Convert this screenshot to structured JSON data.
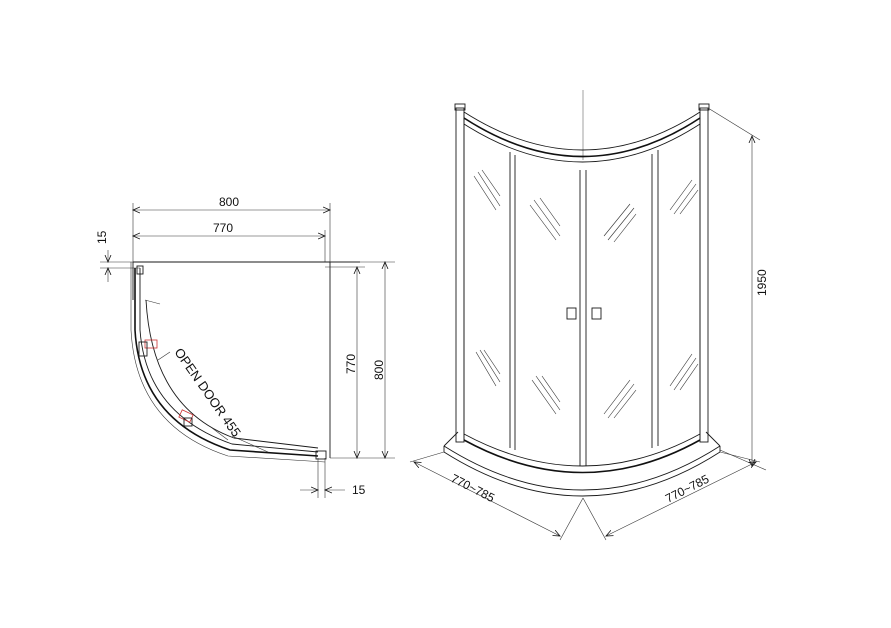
{
  "plan_view": {
    "width_outer": "800",
    "width_inner": "770",
    "depth_inner": "770",
    "depth_outer": "800",
    "offset_top": "15",
    "offset_bottom": "15",
    "door_label": "OPEN DOOR 455"
  },
  "perspective_view": {
    "height": "1950",
    "base_left": "770~785",
    "base_right": "770~785"
  },
  "colors": {
    "line": "#1a1a1a",
    "accent": "#cc3333"
  }
}
